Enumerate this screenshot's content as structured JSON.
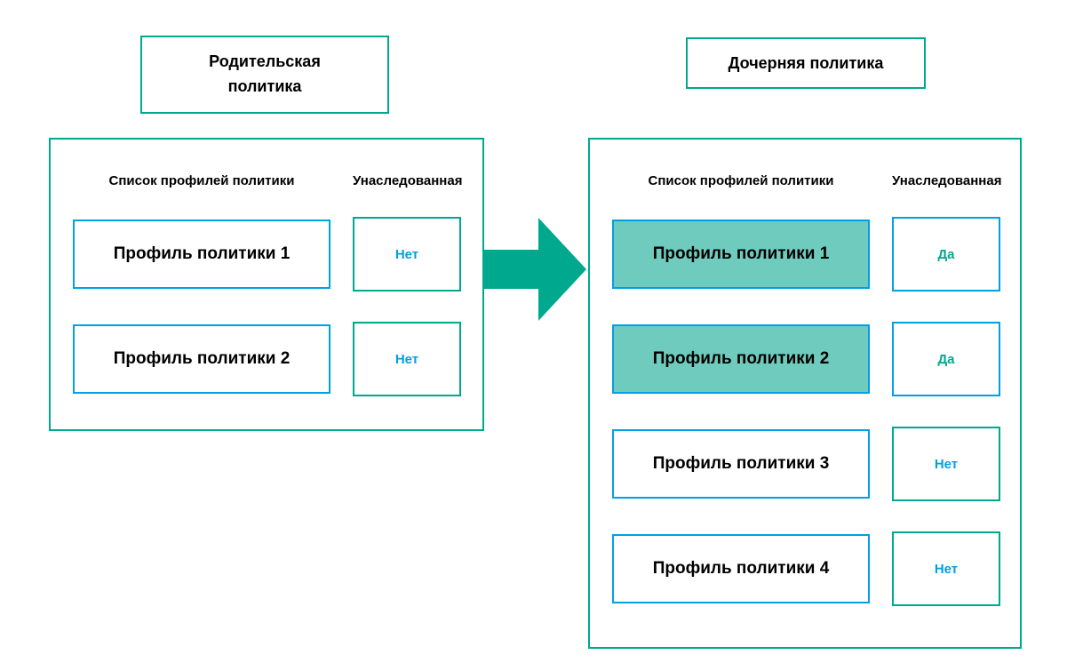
{
  "colors": {
    "teal": "#00A88E",
    "blue": "#00A0E3",
    "highlight_fill": "#6FCBBD"
  },
  "parent": {
    "title": "Родительская политика",
    "header_profiles": "Список профилей политики",
    "header_inherited": "Унаследованная",
    "rows": [
      {
        "profile": "Профиль политики 1",
        "inherited": "Нет",
        "highlighted": false
      },
      {
        "profile": "Профиль политики 2",
        "inherited": "Нет",
        "highlighted": false
      }
    ]
  },
  "child": {
    "title": "Дочерняя политика",
    "header_profiles": "Список профилей политики",
    "header_inherited": "Унаследованная",
    "rows": [
      {
        "profile": "Профиль политики 1",
        "inherited": "Да",
        "highlighted": true
      },
      {
        "profile": "Профиль политики 2",
        "inherited": "Да",
        "highlighted": true
      },
      {
        "profile": "Профиль политики 3",
        "inherited": "Нет",
        "highlighted": false
      },
      {
        "profile": "Профиль политики 4",
        "inherited": "Нет",
        "highlighted": false
      }
    ]
  }
}
